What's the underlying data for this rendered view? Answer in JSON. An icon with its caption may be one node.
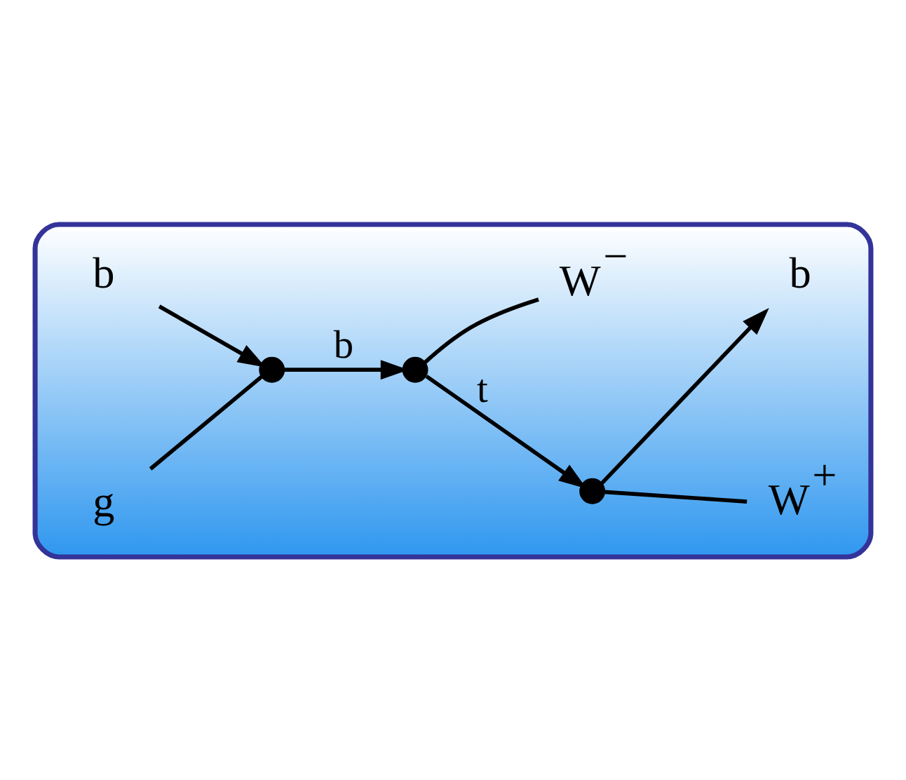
{
  "diagram": {
    "nodes": [
      {
        "text": [],
        "shape": "box"
      },
      {
        "text": [
          "b"
        ],
        "in": 0
      },
      {
        "text": [
          "W$^{+}$"
        ],
        "in": 0
      },
      {
        "text": [],
        "shape": "circle",
        "in": 0
      },
      {
        "text": [
          "b"
        ],
        "in": 0
      },
      {
        "text": [],
        "shape": "circle",
        "in": 0
      },
      {
        "text": [],
        "shape": "circle",
        "in": 0
      },
      {
        "text": [
          "g"
        ],
        "in": 0
      },
      {
        "text": [
          "W$^{−}$"
        ],
        "in": 0
      }
    ],
    "edges": [
      {
        "from": 1,
        "to": 5,
        "arrow": "to"
      },
      {
        "from": 7,
        "to": 5,
        "arrow": "none"
      },
      {
        "from": 5,
        "to": 6,
        "arrow": "to",
        "label": "b"
      },
      {
        "from": 6,
        "to": 3,
        "arrow": "to",
        "label": "t"
      },
      {
        "from": 6,
        "to": 8,
        "arrow": "none"
      },
      {
        "from": 3,
        "to": 2,
        "arrow": "none"
      },
      {
        "from": 3,
        "to": 4,
        "arrow": "to"
      }
    ]
  }
}
